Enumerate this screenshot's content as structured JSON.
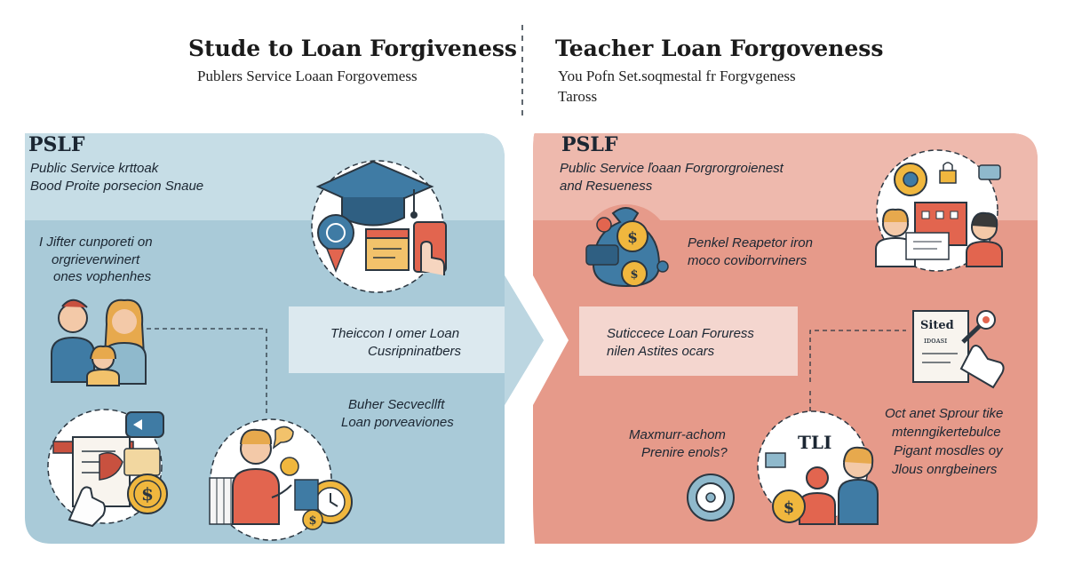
{
  "header": {
    "left_title": "Stude to Loan Forgiveness",
    "left_subtitle": "Publers Service Loaan Forgovemess",
    "right_title": "Teacher Loan Forgoveness",
    "right_subtitle_line1": "You Pofn Set.soqmestal fr Forgvgeness",
    "right_subtitle_line2": "Taross"
  },
  "left_panel": {
    "heading": "PSLF",
    "intro_line1": "Public Service krttoak",
    "intro_line2": "Bood Proite porsecion Snaue",
    "block1_line1": "I Jifter cunporeti on",
    "block1_line2": "orgrieverwinert",
    "block1_line3": "ones vophenhes",
    "arrow_line1": "Theiccon I omer Loan",
    "arrow_line2": "Cusripninatbers",
    "block2_line1": "Buher Secvecllft",
    "block2_line2": "Loan porveaviones"
  },
  "right_panel": {
    "heading": "PSLF",
    "intro_line1": "Public Service ľoaan Forgrorgroienest",
    "intro_line2": "and Resueness",
    "block1_line1": "Penkel Reapetor iron",
    "block1_line2": "moco coviborrviners",
    "arrow_line1": "Suticcece Loan Foruress",
    "arrow_line2": "nilen Astites ocars",
    "block2_line1": "Maxmurr-achom",
    "block2_line2": "Prenire enols?",
    "block3_line1": "Oct anet Sprour tike",
    "block3_line2": "mtenngikertebulce",
    "block3_line3": "Pigant mosdles oy",
    "block3_line4": "Jlous onrgbeiners",
    "sign_text": "Sited",
    "sign_sub": "ɪᴅᴏᴀsɪ",
    "badge_text": "TLI"
  },
  "colors": {
    "left_panel_top": "#c6dde6",
    "left_panel_main": "#a9cad8",
    "left_arrow": "#dce9ef",
    "right_panel_top": "#eeb9ad",
    "right_panel_main": "#e69a8a",
    "right_arrow": "#f4d6cf",
    "line": "#2b3640"
  },
  "icons": [
    "graduation-cap-icon",
    "calendar-icon",
    "hand-tap-icon",
    "award-badge-icon",
    "family-icon",
    "document-hand-icon",
    "dollar-coin-icon",
    "person-coins-icon",
    "clock-coin-icon",
    "gear-icon",
    "lock-icon",
    "school-building-icon",
    "teacher-icon",
    "money-bag-icon",
    "certificate-icon",
    "magic-wand-icon",
    "compass-icon",
    "people-group-icon"
  ]
}
